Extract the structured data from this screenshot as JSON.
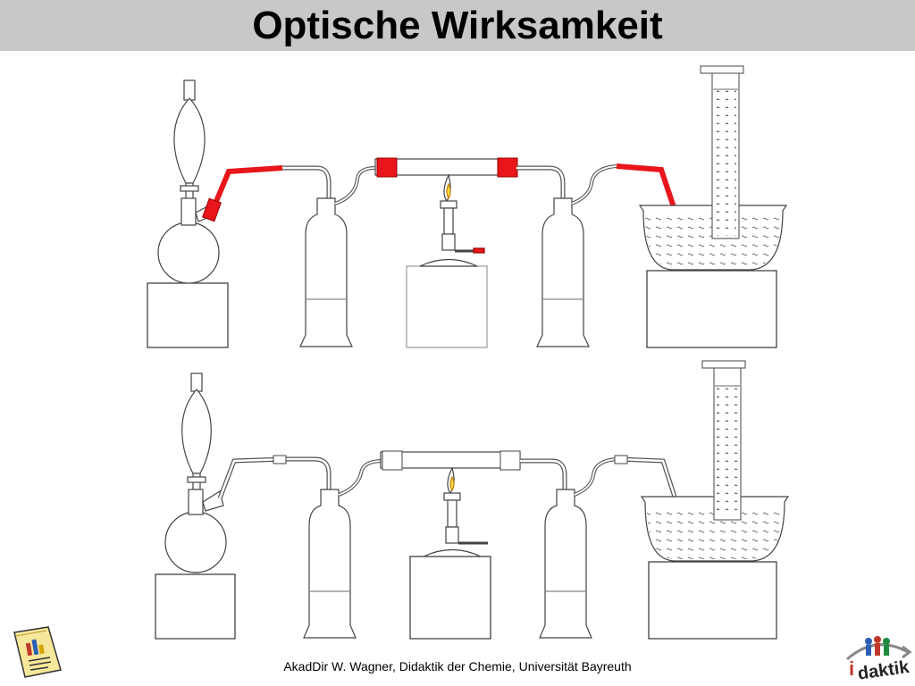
{
  "slide": {
    "title": "Optische Wirksamkeit",
    "footer": "AkadDir W. Wagner, Didaktik der Chemie, Universität Bayreuth"
  },
  "logos": {
    "right_text": "daktik",
    "right_letter": "i"
  },
  "colors": {
    "tubing_active": "#e8151b",
    "tubing_active_dark": "#b00000",
    "glass_outline": "#555555",
    "title_bar_bg": "#c8c8c8"
  },
  "icons": [
    "document-icon",
    "didaktik-logo"
  ]
}
